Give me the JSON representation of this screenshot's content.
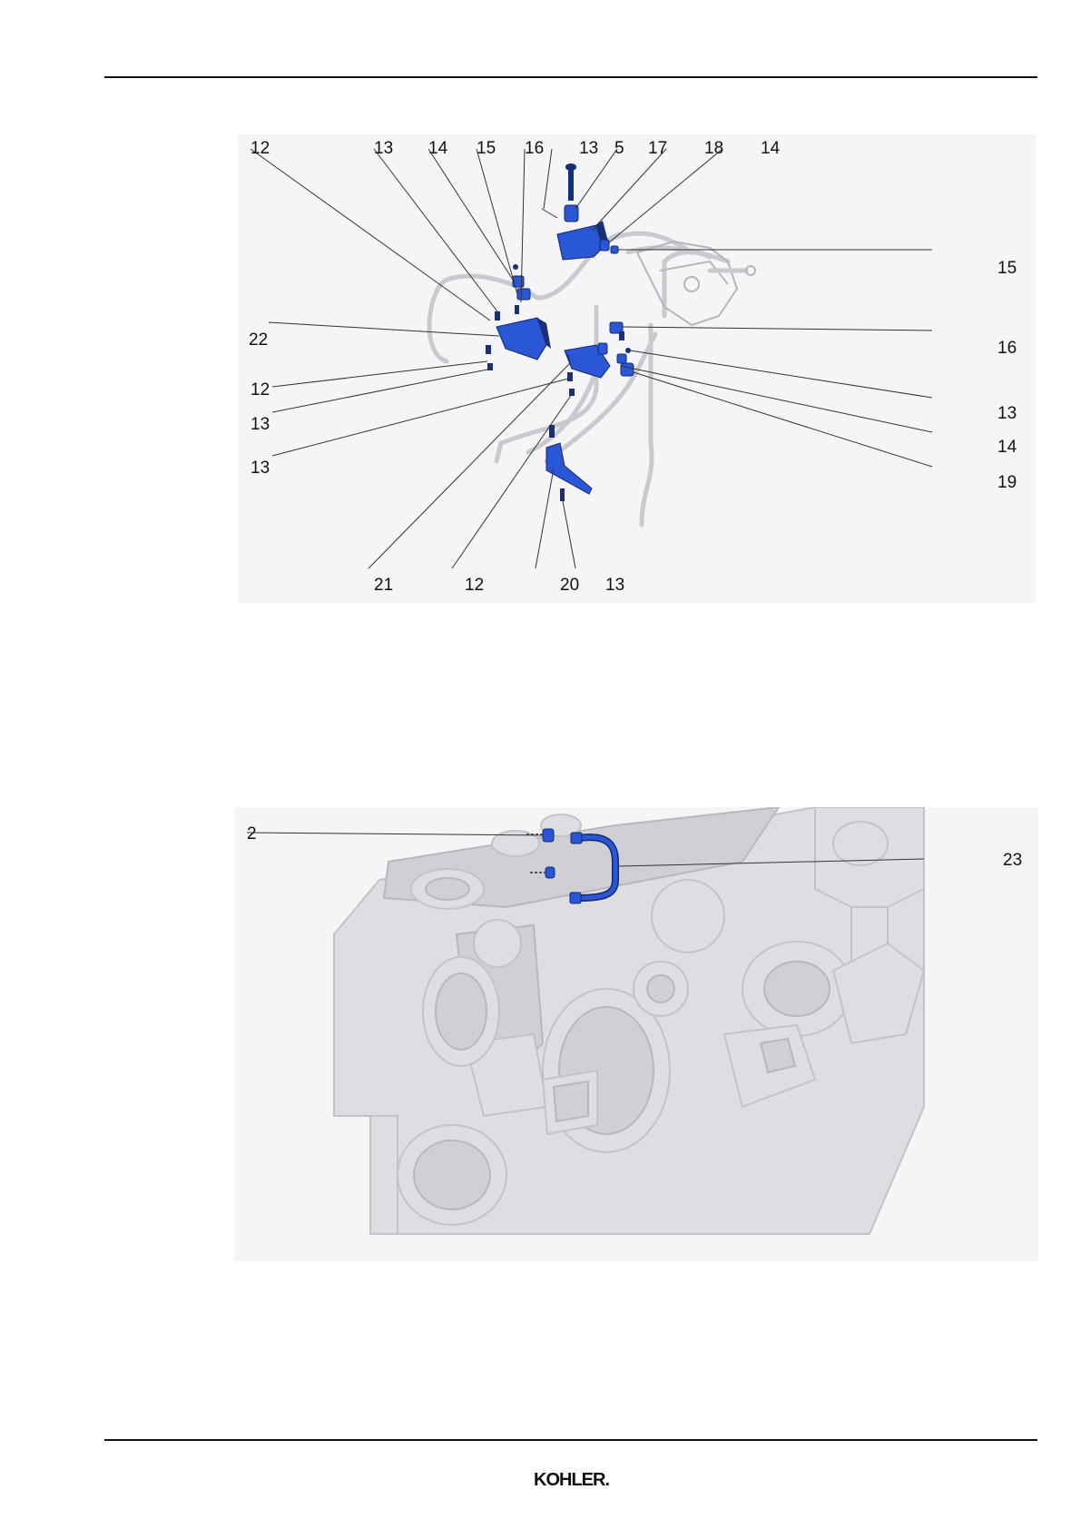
{
  "figure1": {
    "callouts_top": [
      "12",
      "13",
      "14",
      "15",
      "16",
      "13",
      "5",
      "17",
      "18",
      "14"
    ],
    "callouts_left": [
      "22",
      "12",
      "13",
      "13"
    ],
    "callouts_right": [
      "15",
      "16",
      "13",
      "14",
      "19"
    ],
    "callouts_bottom": [
      "21",
      "12",
      "20",
      "13"
    ]
  },
  "figure2": {
    "callouts": [
      "2",
      "23"
    ]
  },
  "footer": {
    "logo_text": "KOHLER."
  },
  "colors": {
    "highlight_part": "#2a57d6",
    "ghost_context": "#c9c9cf",
    "rule": "#111111"
  }
}
